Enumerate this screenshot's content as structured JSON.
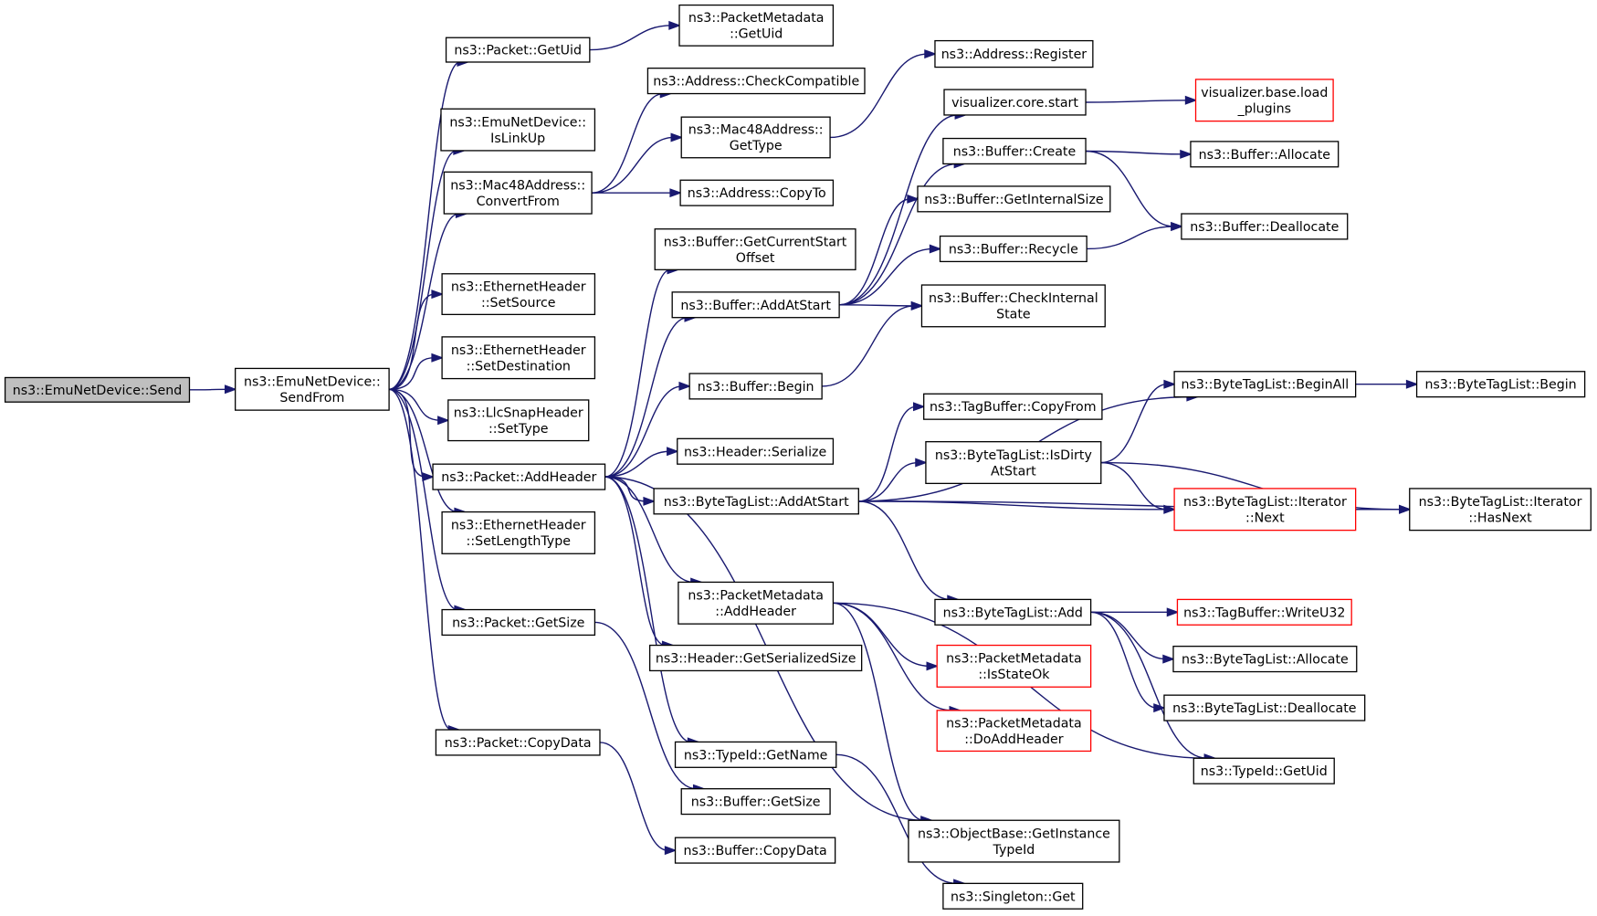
{
  "colors": {
    "edge": "#191970",
    "box_border": "#000000",
    "box_border_red": "#ff0000",
    "root_fill": "#bfbfbf",
    "box_fill": "#ffffff"
  },
  "nodes": {
    "send": {
      "lines": [
        "ns3::EmuNetDevice::Send"
      ],
      "style": "root"
    },
    "sendfrom": {
      "lines": [
        "ns3::EmuNetDevice::",
        "SendFrom"
      ],
      "style": "normal"
    },
    "pkt_getuid": {
      "lines": [
        "ns3::Packet::GetUid"
      ],
      "style": "normal"
    },
    "pm_getuid": {
      "lines": [
        "ns3::PacketMetadata",
        "::GetUid"
      ],
      "style": "normal"
    },
    "islinkup": {
      "lines": [
        "ns3::EmuNetDevice::",
        "IsLinkUp"
      ],
      "style": "normal"
    },
    "addr_checkcompat": {
      "lines": [
        "ns3::Address::CheckCompatible"
      ],
      "style": "normal"
    },
    "addr_register": {
      "lines": [
        "ns3::Address::Register"
      ],
      "style": "normal"
    },
    "mac_gettype": {
      "lines": [
        "ns3::Mac48Address::",
        "GetType"
      ],
      "style": "normal"
    },
    "mac_convertfrom": {
      "lines": [
        "ns3::Mac48Address::",
        "ConvertFrom"
      ],
      "style": "normal"
    },
    "addr_copyto": {
      "lines": [
        "ns3::Address::CopyTo"
      ],
      "style": "normal"
    },
    "vis_core_start": {
      "lines": [
        "visualizer.core.start"
      ],
      "style": "normal"
    },
    "vis_base_load": {
      "lines": [
        "visualizer.base.load",
        "_plugins"
      ],
      "style": "red"
    },
    "buf_create": {
      "lines": [
        "ns3::Buffer::Create"
      ],
      "style": "normal"
    },
    "buf_allocate": {
      "lines": [
        "ns3::Buffer::Allocate"
      ],
      "style": "normal"
    },
    "buf_getinternalsize": {
      "lines": [
        "ns3::Buffer::GetInternalSize"
      ],
      "style": "normal"
    },
    "buf_deallocate": {
      "lines": [
        "ns3::Buffer::Deallocate"
      ],
      "style": "normal"
    },
    "buf_recycle": {
      "lines": [
        "ns3::Buffer::Recycle"
      ],
      "style": "normal"
    },
    "buf_getcurrentstart": {
      "lines": [
        "ns3::Buffer::GetCurrentStart",
        "Offset"
      ],
      "style": "normal"
    },
    "buf_addatstart": {
      "lines": [
        "ns3::Buffer::AddAtStart"
      ],
      "style": "normal"
    },
    "buf_checkinternal": {
      "lines": [
        "ns3::Buffer::CheckInternal",
        "State"
      ],
      "style": "normal"
    },
    "eth_setsource": {
      "lines": [
        "ns3::EthernetHeader",
        "::SetSource"
      ],
      "style": "normal"
    },
    "eth_setdest": {
      "lines": [
        "ns3::EthernetHeader",
        "::SetDestination"
      ],
      "style": "normal"
    },
    "buf_begin": {
      "lines": [
        "ns3::Buffer::Begin"
      ],
      "style": "normal"
    },
    "btl_beginall": {
      "lines": [
        "ns3::ByteTagList::BeginAll"
      ],
      "style": "normal"
    },
    "btl_begin": {
      "lines": [
        "ns3::ByteTagList::Begin"
      ],
      "style": "normal"
    },
    "llc_settype": {
      "lines": [
        "ns3::LlcSnapHeader",
        "::SetType"
      ],
      "style": "normal"
    },
    "tagbuf_copyfrom": {
      "lines": [
        "ns3::TagBuffer::CopyFrom"
      ],
      "style": "normal"
    },
    "hdr_serialize": {
      "lines": [
        "ns3::Header::Serialize"
      ],
      "style": "normal"
    },
    "btl_isdirty": {
      "lines": [
        "ns3::ByteTagList::IsDirty",
        "AtStart"
      ],
      "style": "normal"
    },
    "pkt_addheader": {
      "lines": [
        "ns3::Packet::AddHeader"
      ],
      "style": "normal"
    },
    "btl_addatstart": {
      "lines": [
        "ns3::ByteTagList::AddAtStart"
      ],
      "style": "normal"
    },
    "btl_iter_next": {
      "lines": [
        "ns3::ByteTagList::Iterator",
        "::Next"
      ],
      "style": "red"
    },
    "btl_iter_hasnext": {
      "lines": [
        "ns3::ByteTagList::Iterator",
        "::HasNext"
      ],
      "style": "normal"
    },
    "eth_setlength": {
      "lines": [
        "ns3::EthernetHeader",
        "::SetLengthType"
      ],
      "style": "normal"
    },
    "pm_addheader": {
      "lines": [
        "ns3::PacketMetadata",
        "::AddHeader"
      ],
      "style": "normal"
    },
    "btl_add": {
      "lines": [
        "ns3::ByteTagList::Add"
      ],
      "style": "normal"
    },
    "tagbuf_writeu32": {
      "lines": [
        "ns3::TagBuffer::WriteU32"
      ],
      "style": "red"
    },
    "pkt_getsize": {
      "lines": [
        "ns3::Packet::GetSize"
      ],
      "style": "normal"
    },
    "hdr_getserialized": {
      "lines": [
        "ns3::Header::GetSerializedSize"
      ],
      "style": "normal"
    },
    "pm_isstateok": {
      "lines": [
        "ns3::PacketMetadata",
        "::IsStateOk"
      ],
      "style": "red"
    },
    "btl_allocate": {
      "lines": [
        "ns3::ByteTagList::Allocate"
      ],
      "style": "normal"
    },
    "btl_deallocate": {
      "lines": [
        "ns3::ByteTagList::Deallocate"
      ],
      "style": "normal"
    },
    "pm_doaddheader": {
      "lines": [
        "ns3::PacketMetadata",
        "::DoAddHeader"
      ],
      "style": "red"
    },
    "pkt_copydata": {
      "lines": [
        "ns3::Packet::CopyData"
      ],
      "style": "normal"
    },
    "typeid_getname": {
      "lines": [
        "ns3::TypeId::GetName"
      ],
      "style": "normal"
    },
    "typeid_getuid": {
      "lines": [
        "ns3::TypeId::GetUid"
      ],
      "style": "normal"
    },
    "buf_getsize": {
      "lines": [
        "ns3::Buffer::GetSize"
      ],
      "style": "normal"
    },
    "objbase_getinstance": {
      "lines": [
        "ns3::ObjectBase::GetInstance",
        "TypeId"
      ],
      "style": "normal"
    },
    "buf_copydata": {
      "lines": [
        "ns3::Buffer::CopyData"
      ],
      "style": "normal"
    },
    "singleton_get": {
      "lines": [
        "ns3::Singleton::Get"
      ],
      "style": "normal"
    }
  },
  "edges": [
    [
      "send",
      "sendfrom"
    ],
    [
      "sendfrom",
      "pkt_getuid"
    ],
    [
      "sendfrom",
      "islinkup"
    ],
    [
      "sendfrom",
      "mac_convertfrom"
    ],
    [
      "sendfrom",
      "eth_setsource"
    ],
    [
      "sendfrom",
      "eth_setdest"
    ],
    [
      "sendfrom",
      "llc_settype"
    ],
    [
      "sendfrom",
      "pkt_addheader"
    ],
    [
      "sendfrom",
      "eth_setlength"
    ],
    [
      "sendfrom",
      "pkt_getsize"
    ],
    [
      "sendfrom",
      "pkt_copydata"
    ],
    [
      "pkt_getuid",
      "pm_getuid"
    ],
    [
      "mac_convertfrom",
      "addr_checkcompat"
    ],
    [
      "mac_convertfrom",
      "mac_gettype"
    ],
    [
      "mac_convertfrom",
      "addr_copyto"
    ],
    [
      "mac_gettype",
      "addr_register"
    ],
    [
      "pkt_addheader",
      "buf_getcurrentstart"
    ],
    [
      "pkt_addheader",
      "buf_addatstart"
    ],
    [
      "pkt_addheader",
      "buf_begin"
    ],
    [
      "pkt_addheader",
      "hdr_serialize"
    ],
    [
      "pkt_addheader",
      "btl_addatstart"
    ],
    [
      "pkt_addheader",
      "pm_addheader"
    ],
    [
      "pkt_addheader",
      "hdr_getserialized"
    ],
    [
      "pkt_addheader",
      "typeid_getname"
    ],
    [
      "pkt_addheader",
      "objbase_getinstance"
    ],
    [
      "buf_addatstart",
      "vis_core_start"
    ],
    [
      "buf_addatstart",
      "buf_create"
    ],
    [
      "buf_addatstart",
      "buf_getinternalsize"
    ],
    [
      "buf_addatstart",
      "buf_recycle"
    ],
    [
      "buf_addatstart",
      "buf_checkinternal"
    ],
    [
      "vis_core_start",
      "vis_base_load"
    ],
    [
      "buf_create",
      "buf_allocate"
    ],
    [
      "buf_create",
      "buf_deallocate"
    ],
    [
      "buf_recycle",
      "buf_deallocate"
    ],
    [
      "buf_begin",
      "buf_checkinternal"
    ],
    [
      "btl_addatstart",
      "btl_beginall"
    ],
    [
      "btl_addatstart",
      "tagbuf_copyfrom"
    ],
    [
      "btl_addatstart",
      "btl_isdirty"
    ],
    [
      "btl_addatstart",
      "btl_iter_next"
    ],
    [
      "btl_addatstart",
      "btl_iter_hasnext"
    ],
    [
      "btl_addatstart",
      "btl_add"
    ],
    [
      "btl_beginall",
      "btl_begin"
    ],
    [
      "btl_isdirty",
      "btl_beginall"
    ],
    [
      "btl_isdirty",
      "btl_iter_next"
    ],
    [
      "btl_isdirty",
      "btl_iter_hasnext"
    ],
    [
      "btl_iter_next",
      "btl_iter_hasnext"
    ],
    [
      "btl_add",
      "tagbuf_writeu32"
    ],
    [
      "btl_add",
      "btl_allocate"
    ],
    [
      "btl_add",
      "btl_deallocate"
    ],
    [
      "btl_add",
      "typeid_getuid"
    ],
    [
      "pm_addheader",
      "pm_isstateok"
    ],
    [
      "pm_addheader",
      "pm_doaddheader"
    ],
    [
      "pm_addheader",
      "typeid_getuid"
    ],
    [
      "pm_addheader",
      "objbase_getinstance"
    ],
    [
      "pkt_getsize",
      "buf_getsize"
    ],
    [
      "pkt_copydata",
      "buf_copydata"
    ],
    [
      "typeid_getname",
      "singleton_get"
    ]
  ]
}
